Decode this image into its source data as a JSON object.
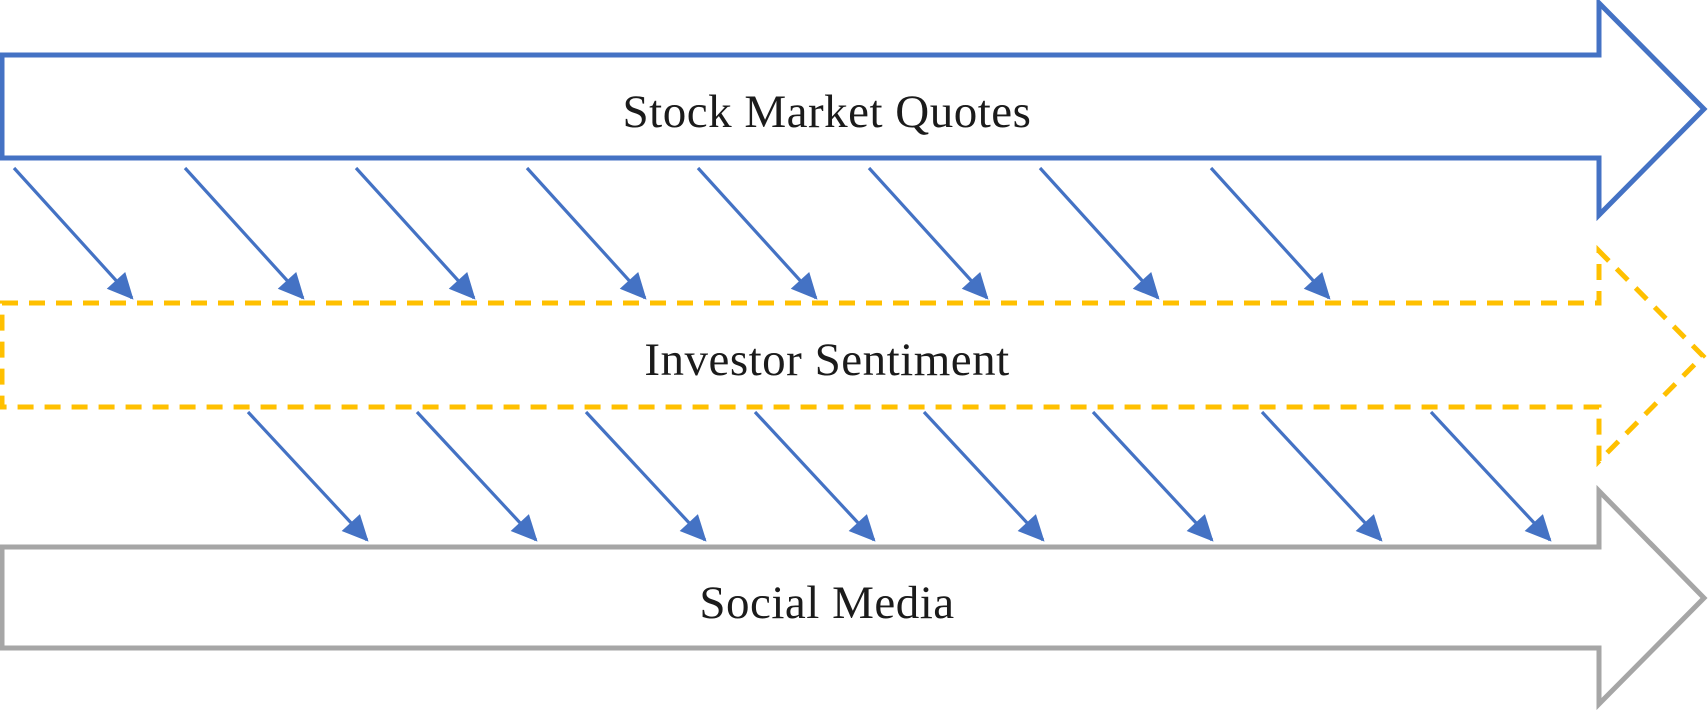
{
  "diagram": {
    "background_color": "#ffffff",
    "text_color": "#1b1b1b",
    "layers": [
      {
        "id": "stock-market-quotes",
        "label": "Stock Market Quotes",
        "line_style": "solid",
        "color": "#4472C4"
      },
      {
        "id": "investor-sentiment",
        "label": "Investor Sentiment",
        "line_style": "dashed",
        "color": "#FFC000"
      },
      {
        "id": "social-media",
        "label": "Social Media",
        "line_style": "solid",
        "color": "#A6A6A6"
      }
    ],
    "connector_bands": [
      {
        "from": "Stock Market Quotes",
        "to": "Investor Sentiment",
        "count": 8,
        "color": "#4472C4"
      },
      {
        "from": "Investor Sentiment",
        "to": "Social Media",
        "count": 8,
        "color": "#4472C4"
      }
    ]
  }
}
